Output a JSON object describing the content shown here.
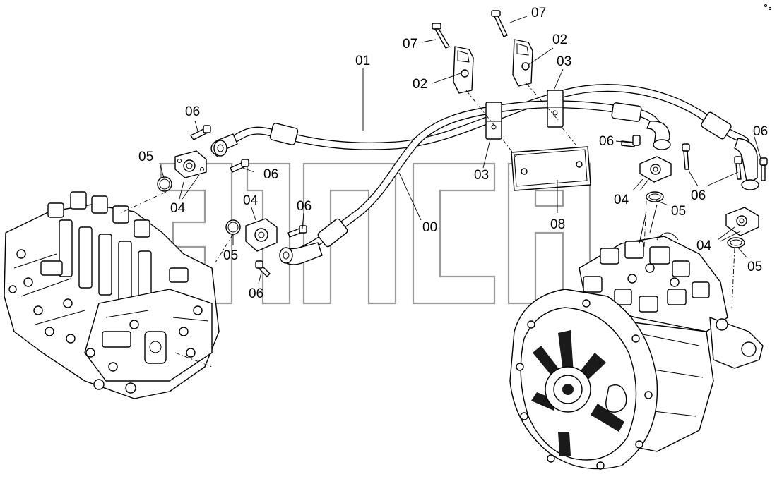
{
  "callouts": {
    "hose_01": "01",
    "hose_00": "00",
    "clamp_02_left": "02",
    "clamp_02_right": "02",
    "clamp_03_left": "03",
    "clamp_03_right": "03",
    "flange_04_a": "04",
    "flange_04_b": "04",
    "flange_04_c": "04",
    "flange_04_d": "04",
    "oring_05_a": "05",
    "oring_05_b": "05",
    "oring_05_c": "05",
    "oring_05_d": "05",
    "bolt_06_a": "06",
    "bolt_06_b": "06",
    "bolt_06_c": "06",
    "bolt_06_d": "06",
    "bolt_06_e": "06",
    "bolt_06_f": "06",
    "bolt_07_left": "07",
    "bolt_07_right": "07",
    "plate_08": "08"
  },
  "watermark": {
    "trademark": "TM"
  }
}
